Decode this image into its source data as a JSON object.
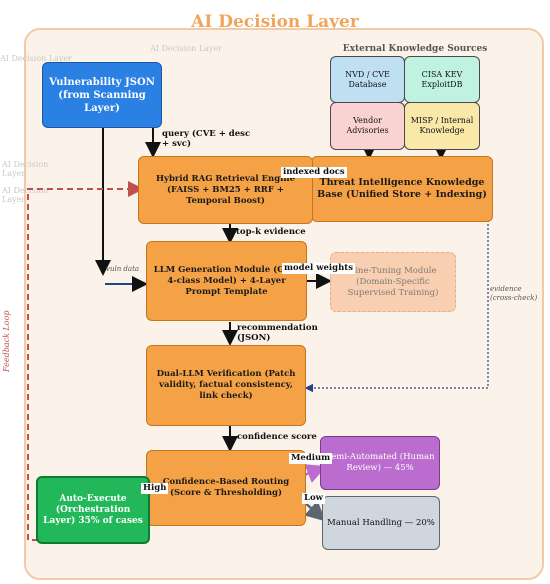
{
  "title": "AI Decision Layer",
  "faint_backdrop": [
    "AI Decision Layer",
    "AI Decision Layer",
    "AI Decision Layer",
    "AI Decision Layer"
  ],
  "external": {
    "title": "External Knowledge Sources",
    "nvd": "NVD / CVE Database",
    "cisa": "CISA KEV ExploitDB",
    "vendor": "Vendor Advisories",
    "misp": "MISP / Internal Knowledge"
  },
  "vuln_json": "Vulnerability JSON (from Scanning Layer)",
  "rag": "Hybrid RAG Retrieval Engine (FAISS + BM25 + RRF + Temporal Boost)",
  "tikb": "Threat Intelligence Knowledge Base (Unified Store + Indexing)",
  "llm": "LLM Generation Module (GPT-4-class Model) + 4-Layer Prompt Template",
  "finetune": "Fine-Tuning Module (Domain-Specific Supervised Training)",
  "verify": "Dual-LLM Verification (Patch validity, factual consistency, link check)",
  "routing": "Confidence-Based Routing (Score & Thresholding)",
  "semi": "Semi-Automated (Human Review) — 45%",
  "manual": "Manual Handling — 20%",
  "auto": "Auto-Execute (Orchestration Layer) 35% of cases",
  "edges": {
    "query": "query (CVE + desc + svc)",
    "indexed": "indexed docs",
    "topk": "top-k evidence",
    "vuln_data": "vuln data",
    "weights": "model weights",
    "recommendation": "recommendation (JSON)",
    "confidence": "confidence score",
    "medium": "Medium",
    "high": "High",
    "low": "Low",
    "evidence": "evidence (cross-check)",
    "feedback": "Feedback Loop"
  },
  "colors": {
    "orange": "#f5a246",
    "blue": "#2b80e4",
    "green": "#22b85a",
    "purple": "#bb6dcf",
    "grey": "#cfd6de",
    "feedback": "#c0504d"
  }
}
